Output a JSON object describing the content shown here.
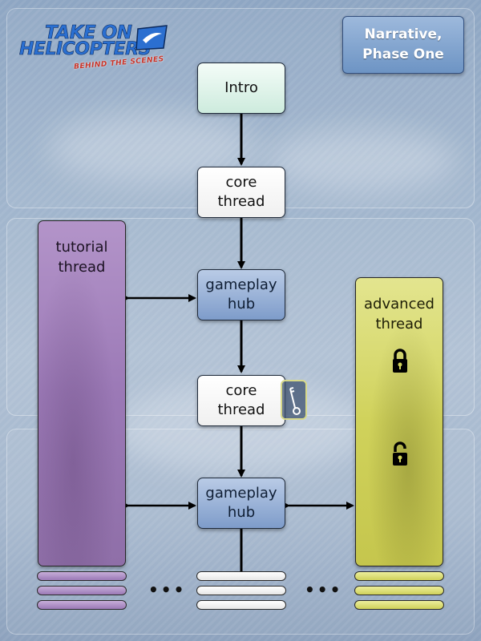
{
  "logo": {
    "line1": "TAKE ON",
    "line2": "HELICOPTERS",
    "line3": "BEHIND THE SCENES",
    "icon": "helicopter-swoosh-logo"
  },
  "title": {
    "line1": "Narrative,",
    "line2": "Phase One"
  },
  "nodes": {
    "intro": "Intro",
    "core_thread_1": "core thread",
    "gameplay_hub_1": "gameplay hub",
    "core_thread_2": "core thread",
    "gameplay_hub_2": "gameplay hub"
  },
  "columns": {
    "tutorial": "tutorial thread",
    "advanced": "advanced thread"
  },
  "icons": {
    "lock_closed": "lock-closed-icon",
    "lock_open": "lock-open-icon",
    "key": "key-icon"
  },
  "ellipsis": {
    "left": "•••",
    "right": "•••"
  },
  "colors": {
    "intro": "#cdebdd",
    "core": "#ffffff",
    "hub": "#7e9cca",
    "tutorial": "#9b79b6",
    "advanced": "#d0d25b",
    "title_box": "#6d94c4"
  }
}
